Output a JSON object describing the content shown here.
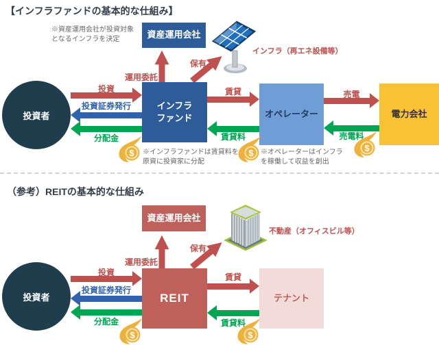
{
  "colors": {
    "box_blue": "#2e5c99",
    "box_light_blue": "#6f9ed6",
    "box_yellow": "#f8c233",
    "box_brick_red": "#c0605a",
    "box_pink": "#f3dbd9",
    "investor_circle": "#203d4e",
    "arrow_red": "#c0504d",
    "arrow_blue": "#2f63ad",
    "arrow_green": "#00a651",
    "note_gray": "#666666",
    "title_dark": "#333d48"
  },
  "icons": {
    "solar": "solar-panel-icon",
    "building": "office-building-icon",
    "money": "money-bag-icon",
    "money_symbol": "$"
  },
  "infra": {
    "title": "【インフラファンドの基本的な仕組み】",
    "note_decide": "※資産運用会社が投資対象\nとなるインフラを決定",
    "asset_manager": "資産運用会社",
    "asset_label": "インフラ（再エネ設備等）",
    "investor": "投資者",
    "fund": "インフラ\nファンド",
    "operator": "オペレーター",
    "power": "電力会社",
    "flow": {
      "entrust": "運用委託",
      "own": "保有",
      "invest": "投資",
      "issue": "投資証券発行",
      "dividend": "分配金",
      "lease": "賃貸",
      "lease_fee": "賃貸料",
      "sell_power": "売電",
      "sell_power_fee": "売電料"
    },
    "note_fund": "※インフラファンドは賃貸料を\n原資に投資家に分配",
    "note_operator": "※オペレーターはインフラ\nを稼働して収益を創出"
  },
  "reit": {
    "title": "（参考）REITの基本的な仕組み",
    "asset_manager": "資産運用会社",
    "asset_label": "不動産（オフィスビル等）",
    "investor": "投資者",
    "reit": "REIT",
    "tenant": "テナント",
    "flow": {
      "entrust": "運用委託",
      "own": "保有",
      "invest": "投資",
      "issue": "投資証券発行",
      "dividend": "分配金",
      "lease": "賃貸",
      "lease_fee": "賃貸料"
    }
  }
}
